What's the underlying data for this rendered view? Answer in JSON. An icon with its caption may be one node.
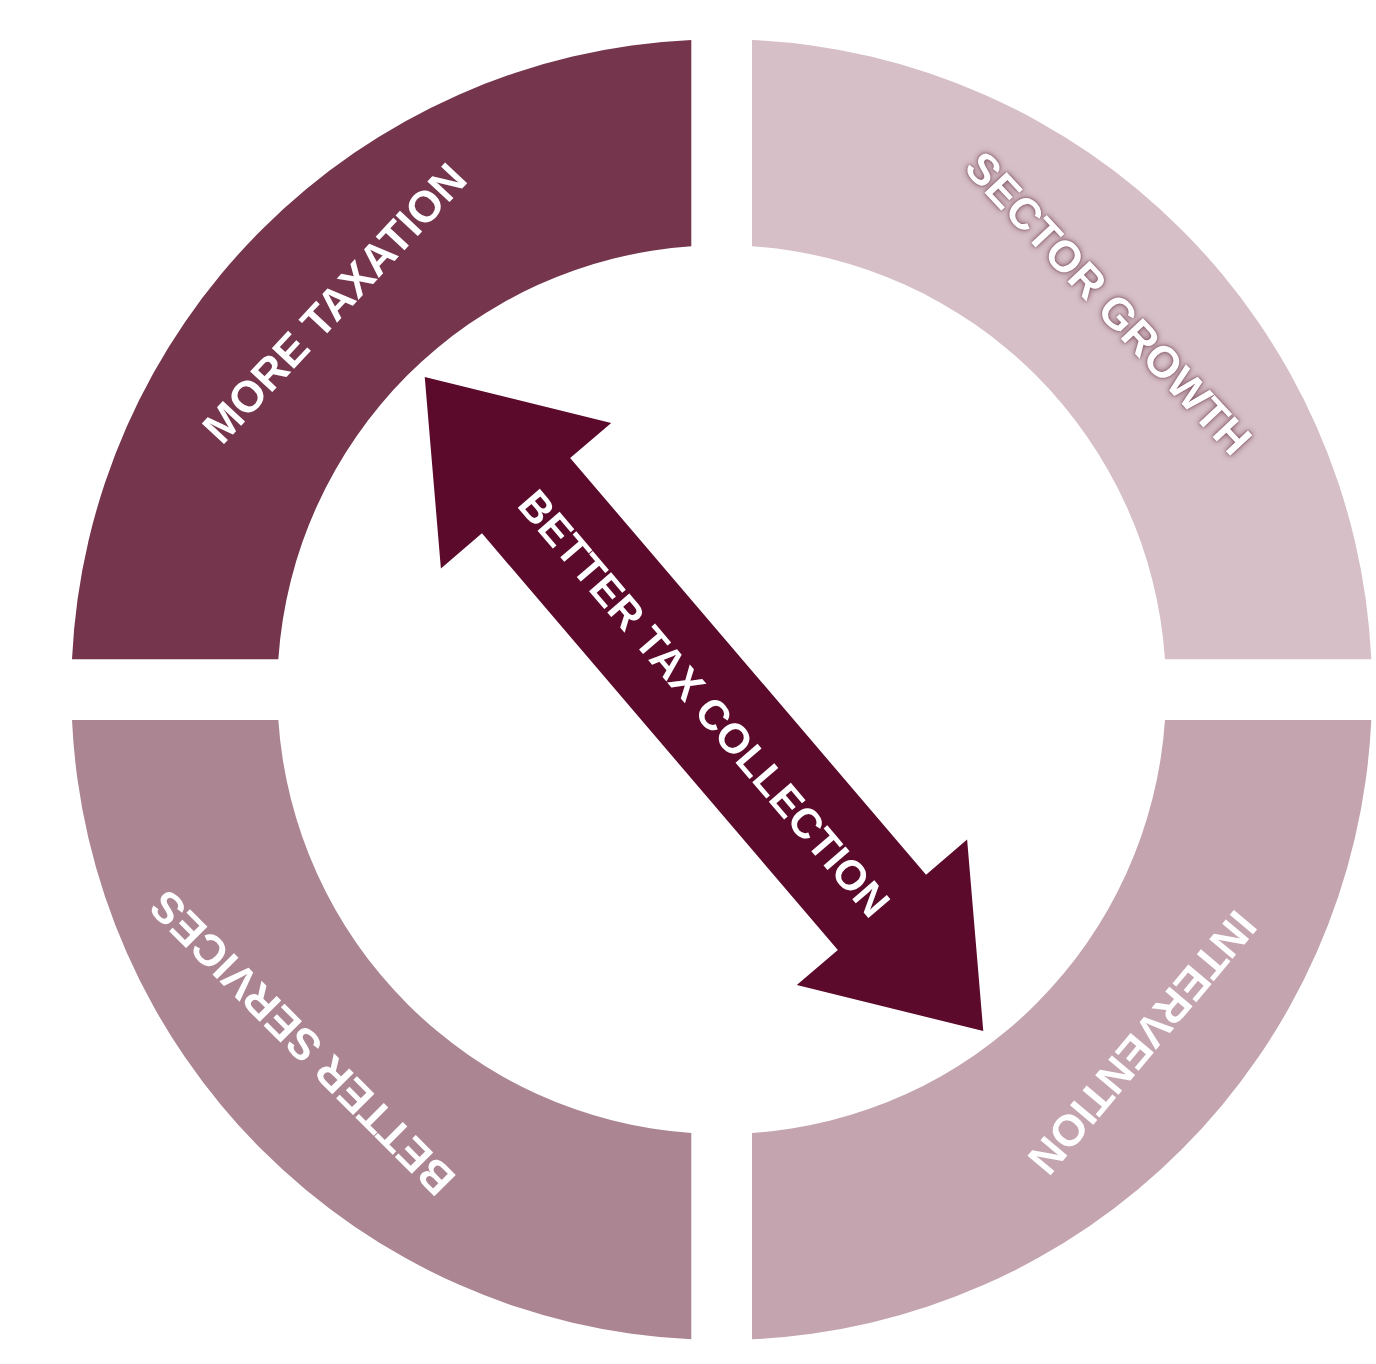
{
  "diagram": {
    "nodes": [
      {
        "text": [
          "MORE TAXATION"
        ]
      },
      {
        "text": [
          "SECTOR GROWTH"
        ]
      },
      {
        "text": [
          "INTERVENTION"
        ]
      },
      {
        "text": [
          "BETTER SERVICES"
        ]
      },
      {
        "text": [
          "BETTER TAX COLLECTION"
        ]
      }
    ]
  }
}
